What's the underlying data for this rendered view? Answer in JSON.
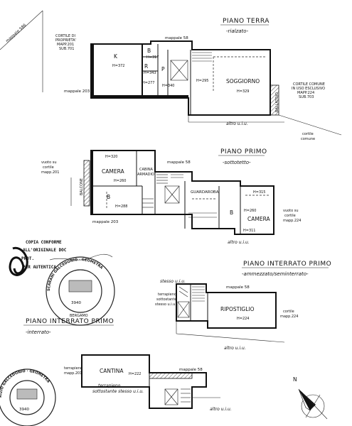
{
  "floors": {
    "terra": {
      "title": "PIANO TERRA",
      "subtitle": "-rialzato-",
      "mappale_top": "mappale 58",
      "mappale_left": "mappale 203",
      "mappale_side": "mappale 586",
      "altro": "altro u.i.u.",
      "cortile_left": [
        "CORTILE DI",
        "PROPRIETA'",
        "MAPP.201",
        "SUB.701"
      ],
      "cortile_right": [
        "CORTILE COMUNE",
        "IN USO ESCLUSIVO",
        "MAPP.224",
        "SUB.703"
      ],
      "cortile_comune": [
        "cortile",
        "comune"
      ],
      "ballatoio": "BALLATOIO",
      "rooms": {
        "k": "K",
        "k_h": "H=372",
        "b": "B",
        "b_h": "H=317",
        "r": "R",
        "r_h": "H=343",
        "d_h": "H=277",
        "p": "P",
        "c_h": "H=340",
        "s_h": "H=295",
        "soggiorno": "SOGGIORNO",
        "soggiorno_h": "H=329"
      }
    },
    "primo": {
      "title": "PIANO PRIMO",
      "subtitle": "-sottotetto-",
      "mappale_top": "mappale 58",
      "mappale_bottom": "mappale 203",
      "altro": "altro u.i.u.",
      "vuoto_left": [
        "vuoto su",
        "cortile",
        "mapp.201"
      ],
      "vuoto_right": [
        "vuoto su",
        "cortile",
        "mapp.224"
      ],
      "balcone": "BALCONE",
      "rooms": {
        "camera_left": "CAMERA",
        "cabina": [
          "CABINA",
          "ARMADIO"
        ],
        "h_top": "H=320",
        "h_left": "H=260",
        "b": "B",
        "b_h": "H=288",
        "guardaroba": "GUARDAROBA",
        "h_right_top": "H=315",
        "b2": "B",
        "h_right": "H=260",
        "camera_right": "CAMERA",
        "camera_right_h": "H=311"
      }
    },
    "interrato_primo": {
      "title": "PIANO INTERRATO PRIMO",
      "subtitle": "-ammezzato/seminterrato-",
      "mappale_top": "mappale 58",
      "stesso": "stesso u.i.u.",
      "terrapieno": [
        "terrapieno",
        "sottostante",
        "stesso u.i.u."
      ],
      "ripostiglio": "RIPOSTIGLIO",
      "ripostiglio_h": "H=224",
      "cortile_right": [
        "cortile",
        "mapp.224"
      ],
      "altro": "altro u.i.u."
    },
    "interrato": {
      "title": "PIANO INTERRATO PRIMO",
      "subtitle": "-interrato-",
      "mappale_top": "mappale 58",
      "terrapieno_left": [
        "terrapieno",
        "mapp.201"
      ],
      "cantina": "CANTINA",
      "cantina_h": "H=222",
      "terrapieno_under": [
        "terrapieno",
        "sottostante stesso u.i.u."
      ],
      "altro": "altro u.i.u."
    }
  },
  "stamp_text": [
    "COPIA CONFORME",
    "ALL'ORIGINALE DOC",
    "PROT.",
    "PER AUTENTICA"
  ],
  "seal": {
    "ring": "SCARANI GALCEDONIO · GEOMETRA",
    "city": "BERGAMO",
    "number": "3940"
  },
  "seal_bottom": {
    "ring": "RIZIO GALCEDONIO · GEOMETRA",
    "number": "3940"
  },
  "north_label": "N"
}
